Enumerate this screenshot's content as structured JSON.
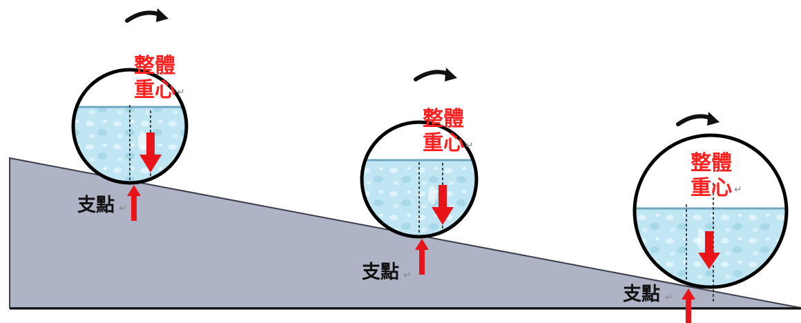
{
  "labels": {
    "center_of_gravity_line1": "整體",
    "center_of_gravity_line2": "重心",
    "fulcrum": "支點",
    "paragraph_mark": "↵"
  },
  "colors": {
    "ramp_fill": "#aeb3c5",
    "ramp_stroke": "#3a3d4a",
    "water_fill": "#bfe6f2",
    "water_surface": "#6fa7c2",
    "gravity_arrow": "#e8141a",
    "support_arrow": "#e8141a",
    "label_red": "#ff1f1f",
    "ball_outline": "#000000"
  },
  "icons": {
    "rotation": "clockwise-arrow-icon",
    "gravity": "down-arrow-icon",
    "support": "up-arrow-icon"
  },
  "balls": [
    {
      "id": "ball-1",
      "has_rotation_arrow": true
    },
    {
      "id": "ball-2",
      "has_rotation_arrow": true
    },
    {
      "id": "ball-3",
      "has_rotation_arrow": true
    }
  ]
}
